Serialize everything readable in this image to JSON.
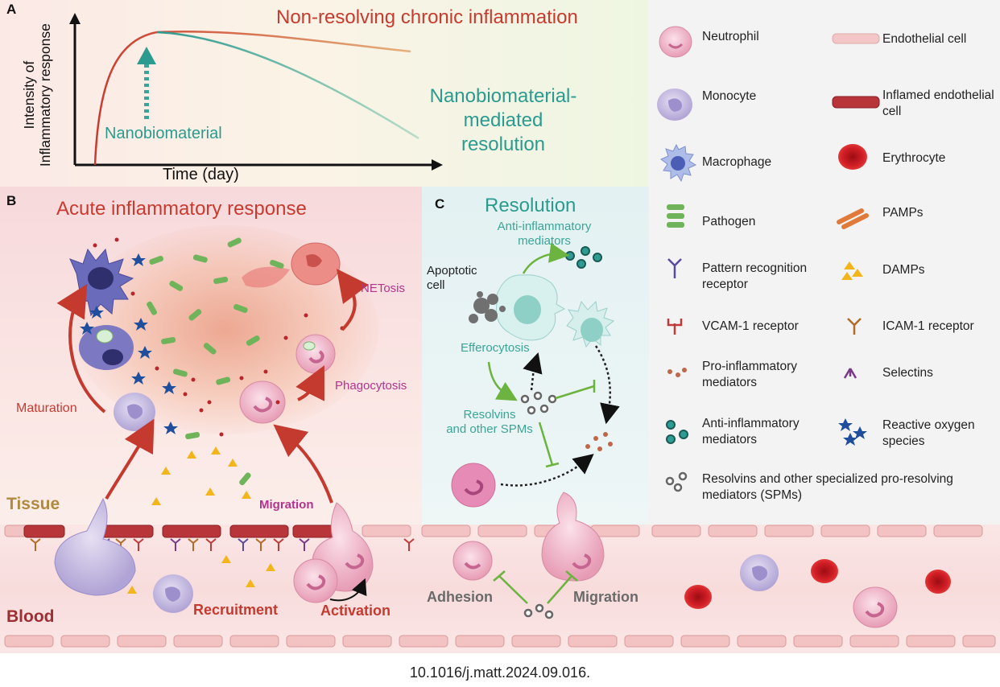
{
  "panelA": {
    "label": "A",
    "ylabel_line1": "Intensity of",
    "ylabel_line2": "Inflammatory response",
    "xlabel": "Time (day)",
    "curve_red_label": "Non-resolving chronic inflammation",
    "curve_teal_label_1": "Nanobiomaterial-",
    "curve_teal_label_2": "mediated",
    "curve_teal_label_3": "resolution",
    "arrow_label": "Nanobiomaterial"
  },
  "panelB": {
    "label": "B",
    "title": "Acute inflammatory response",
    "netosis": "NETosis",
    "phagocytosis": "Phagocytosis",
    "maturation": "Maturation",
    "tissue": "Tissue",
    "blood": "Blood",
    "migration": "Migration",
    "recruitment": "Recruitment",
    "activation": "Activation"
  },
  "panelC": {
    "label": "C",
    "title": "Resolution",
    "anti_inflammatory_1": "Anti-inflammatory",
    "anti_inflammatory_2": "mediators",
    "apoptotic_1": "Apoptotic",
    "apoptotic_2": "cell",
    "efferocytosis": "Efferocytosis",
    "resolvins_1": "Resolvins",
    "resolvins_2": "and other SPMs",
    "adhesion": "Adhesion",
    "migration": "Migration"
  },
  "legend": {
    "items": [
      {
        "label": "Neutrophil"
      },
      {
        "label": "Endothelial cell"
      },
      {
        "label": "Monocyte"
      },
      {
        "label": "Inflamed endothelial cell"
      },
      {
        "label": "Macrophage"
      },
      {
        "label": "Erythrocyte"
      },
      {
        "label": "Pathogen"
      },
      {
        "label": "PAMPs"
      },
      {
        "label": "Pattern recognition receptor"
      },
      {
        "label": "DAMPs"
      },
      {
        "label": "VCAM-1 receptor"
      },
      {
        "label": "ICAM-1 receptor"
      },
      {
        "label": "Pro-inflammatory mediators"
      },
      {
        "label": "Selectins"
      },
      {
        "label": "Anti-inflammatory mediators"
      },
      {
        "label": "Reactive oxygen species"
      },
      {
        "label": "Resolvins and other specialized pro-resolving mediators (SPMs)"
      }
    ]
  },
  "citation": "10.1016/j.matt.2024.09.016."
}
